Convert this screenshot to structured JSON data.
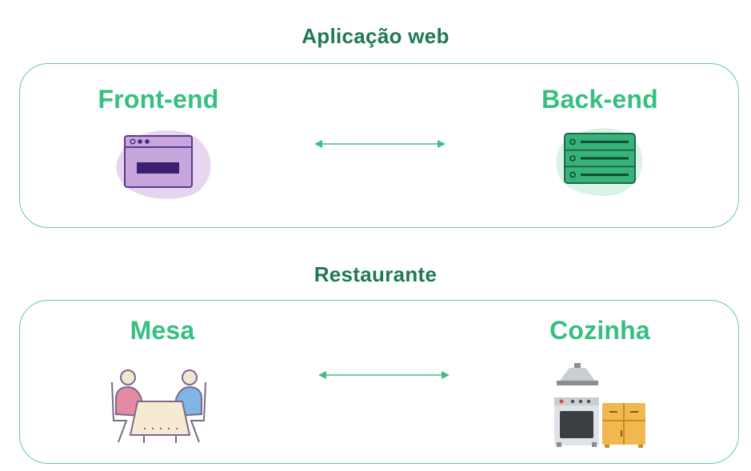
{
  "sections": [
    {
      "title": "Aplicação web",
      "left_label": "Front-end",
      "right_label": "Back-end",
      "left_icon": "browser-window-icon",
      "right_icon": "server-rack-icon"
    },
    {
      "title": "Restaurante",
      "left_label": "Mesa",
      "right_label": "Cozinha",
      "left_icon": "dining-table-icon",
      "right_icon": "kitchen-stove-icon"
    }
  ],
  "colors": {
    "title": "#1f7a52",
    "label": "#35c07f",
    "border": "#5ecf9b",
    "arrow": "#3fbf86"
  }
}
